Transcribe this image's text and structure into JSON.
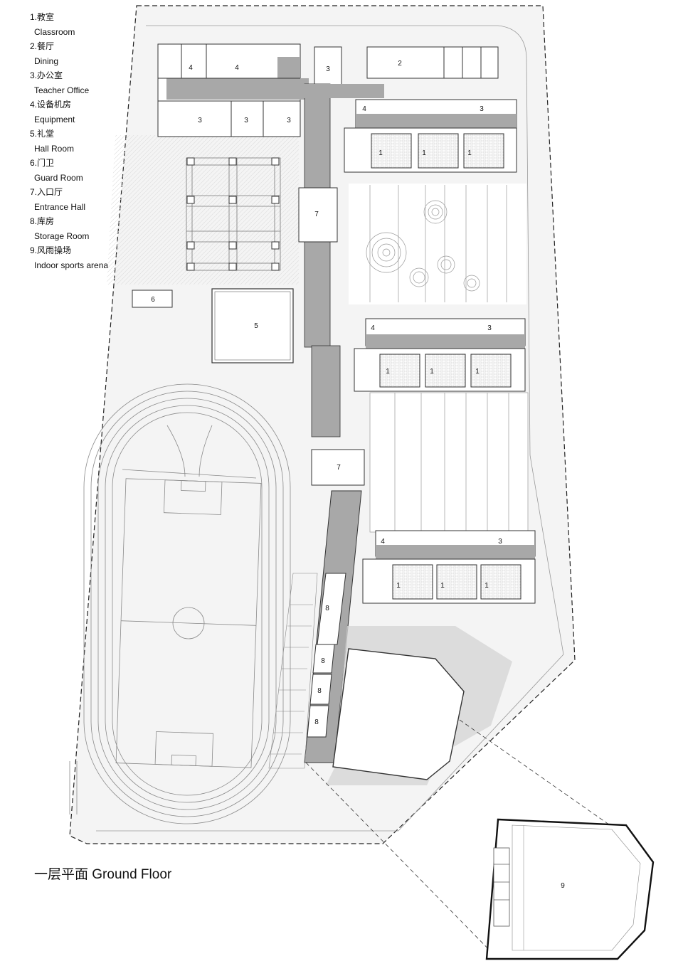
{
  "legend": [
    {
      "cn": "1.教室",
      "en": "Classroom"
    },
    {
      "cn": "2.餐厅",
      "en": "Dining"
    },
    {
      "cn": "3.办公室",
      "en": "Teacher Office"
    },
    {
      "cn": "4.设备机房",
      "en": "Equipment"
    },
    {
      "cn": "5.礼堂",
      "en": "Hall Room"
    },
    {
      "cn": "6.门卫",
      "en": "Guard Room"
    },
    {
      "cn": "7.入口厅",
      "en": "Entrance Hall"
    },
    {
      "cn": "8.库房",
      "en": "Storage Room"
    },
    {
      "cn": "9.风雨操场",
      "en": "Indoor sports arena"
    }
  ],
  "title": "一层平面 Ground Floor",
  "room_numbers": {
    "classroom": "1",
    "dining": "2",
    "office": "3",
    "equipment": "4",
    "hall": "5",
    "guard": "6",
    "entrance": "7",
    "storage": "8",
    "arena": "9"
  },
  "colors": {
    "line": "#333333",
    "corridor": "#a8a8a8",
    "site_fill": "#f2f2f2",
    "plaza_fill": "#e6e6e6"
  }
}
